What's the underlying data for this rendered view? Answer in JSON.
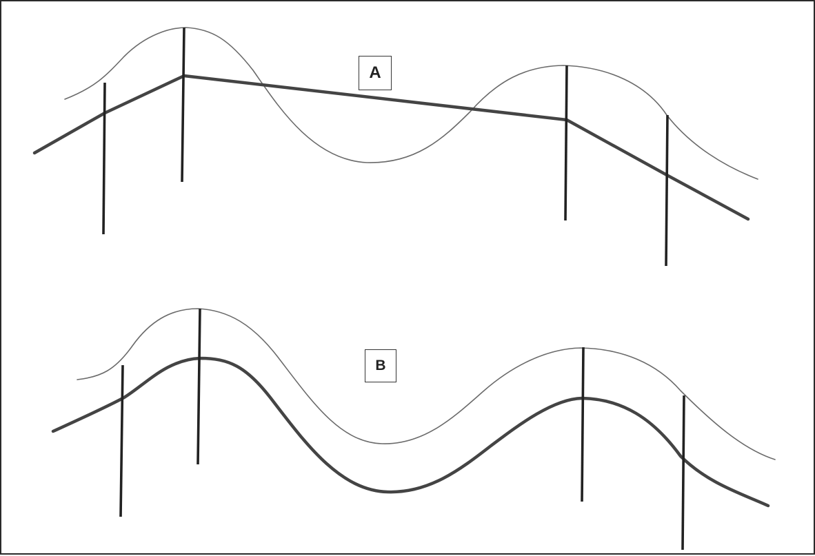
{
  "diagram": {
    "panels": [
      {
        "id": "A",
        "label": "A"
      },
      {
        "id": "B",
        "label": "B"
      }
    ]
  }
}
